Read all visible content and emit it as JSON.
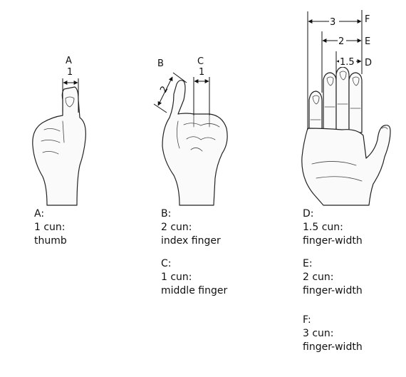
{
  "figures": {
    "a": {
      "letter": "A",
      "value": "1"
    },
    "b": {
      "letter": "B",
      "value": "2"
    },
    "c": {
      "letter": "C",
      "value": "1"
    },
    "d": {
      "letter": "D",
      "value": "1.5"
    },
    "e": {
      "letter": "E",
      "value": "2"
    },
    "f": {
      "letter": "F",
      "value": "3"
    }
  },
  "captions": {
    "a": {
      "head": "A:",
      "measure": "1 cun:",
      "desc": "thumb"
    },
    "b": {
      "head": "B:",
      "measure": "2 cun:",
      "desc": "index finger"
    },
    "c": {
      "head": "C:",
      "measure": "1 cun:",
      "desc": "middle finger"
    },
    "d": {
      "head": "D:",
      "measure": "1.5 cun:",
      "desc": "finger-width"
    },
    "e": {
      "head": "E:",
      "measure": "2 cun:",
      "desc": "finger-width"
    },
    "f": {
      "head": "F:",
      "measure": "3 cun:",
      "desc": "finger-width"
    }
  }
}
